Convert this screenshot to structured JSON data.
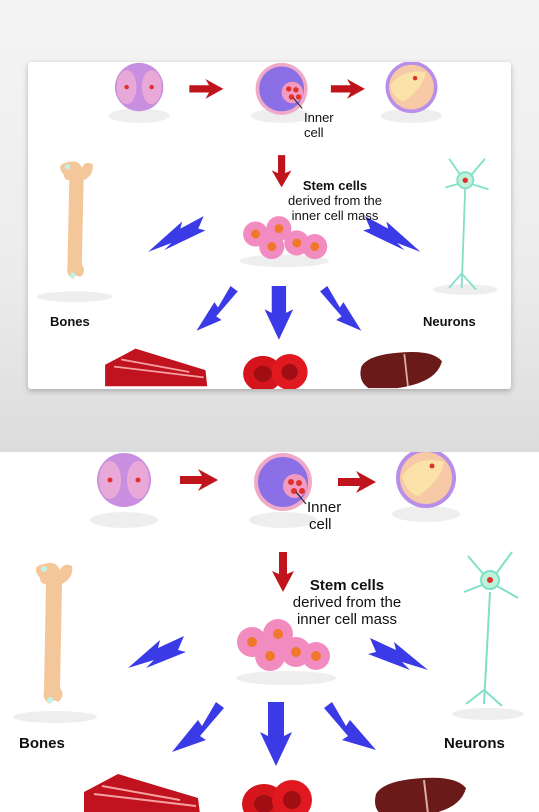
{
  "labels": {
    "inner_cell_line1": "Inner",
    "inner_cell_line2": "cell",
    "stem_cells_title": "Stem cells",
    "stem_cells_line2": "derived from the",
    "stem_cells_line3": "inner cell mass",
    "bones": "Bones",
    "neurons": "Neurons"
  },
  "colors": {
    "red_arrow": "#c0141c",
    "blue_arrow": "#3a3ae6",
    "zygote": "#c88fe0",
    "bone": "#f4c79a",
    "neuron": "#7fe0c8",
    "stem_cell": "#f28cc0",
    "muscle": "#c1121f",
    "blood": "#d6141c",
    "liver": "#6b1a1a"
  },
  "icons": [
    "zygote-icon",
    "blastocyst-icon",
    "embryo-icon",
    "bone-icon",
    "neuron-icon",
    "stem-cells-icon",
    "muscle-icon",
    "blood-cells-icon",
    "liver-icon"
  ]
}
